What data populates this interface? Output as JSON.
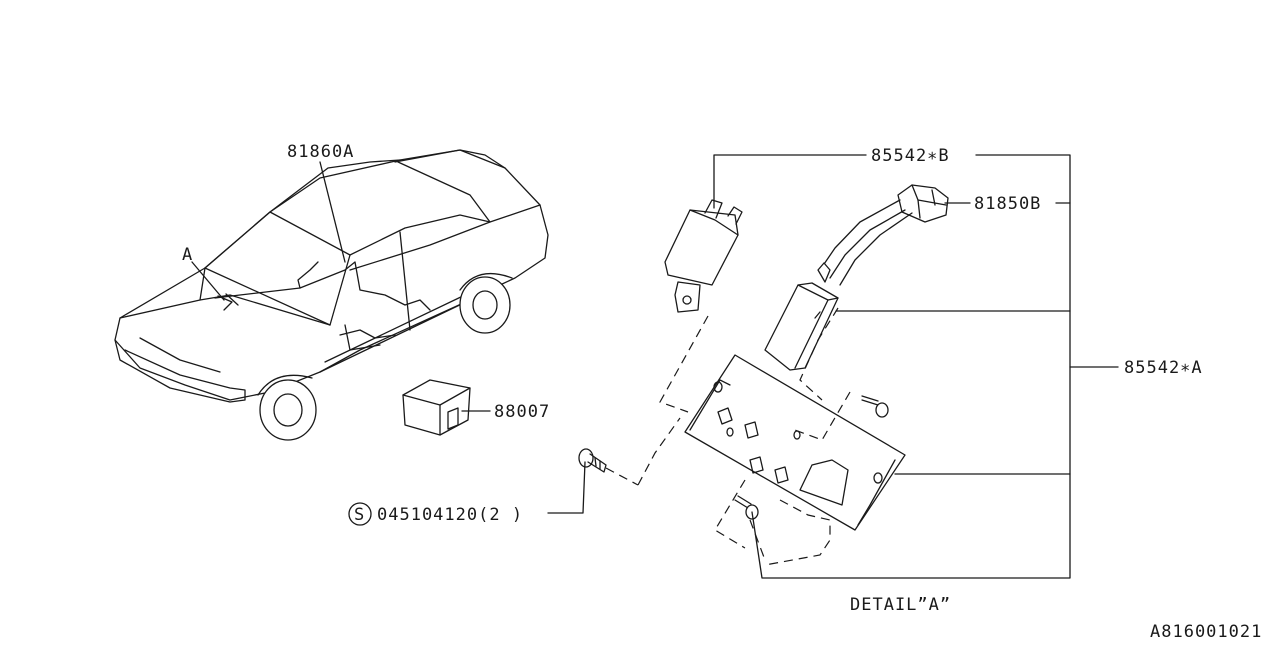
{
  "parts": {
    "harness_a": "81860A",
    "ref_a": "A",
    "relay": "88007",
    "bolt": "045104120(2 )",
    "bolt_symbol": "S",
    "bracket_b": "85542∗B",
    "harness_b": "81850B",
    "bracket_a": "85542∗A"
  },
  "detail_label": "DETAIL”A”",
  "diagram_id": "A816001021"
}
